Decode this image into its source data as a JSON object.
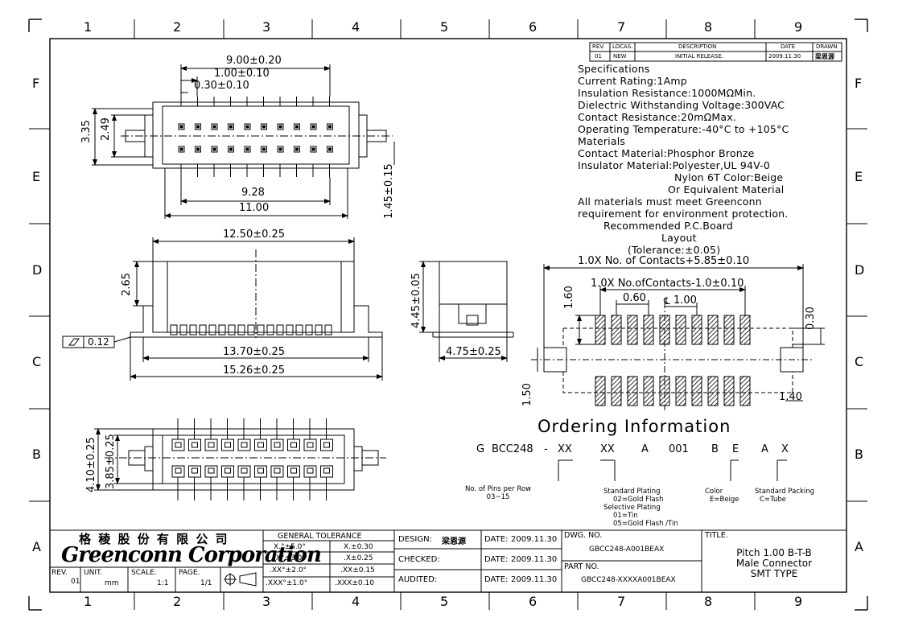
{
  "border": {
    "columns": [
      "1",
      "2",
      "3",
      "4",
      "5",
      "6",
      "7",
      "8",
      "9"
    ],
    "rows": [
      "F",
      "E",
      "D",
      "C",
      "B",
      "A"
    ]
  },
  "revision_table": {
    "headers": [
      "REV.",
      "LOCAS.",
      "DESCRIPTION",
      "DATE",
      "DRAWN"
    ],
    "row": [
      "01",
      "NEW",
      "INITIAL RELEASE.",
      "2009.11.30",
      "梁恩源"
    ]
  },
  "specs": {
    "lines": [
      "Specifications",
      "Current Rating:1Amp",
      "Insulation Resistance:1000MΩMin.",
      "Dielectric Withstanding Voltage:300VAC",
      "Contact Resistance:20mΩMax.",
      "Operating Temperature:-40°C to +105°C",
      "Materials",
      "Contact Material:Phosphor Bronze",
      "Insulator Material:Polyester,UL 94V-0",
      "Nylon 6T Color:Beige",
      "Or Equivalent Material",
      "All materials must meet Greenconn",
      "requirement for environment protection.",
      "Recommended P.C.Board",
      "Layout",
      "(Tolerance:±0.05)"
    ]
  },
  "dims": {
    "top_9": "9.00±0.20",
    "top_1": "1.00±0.10",
    "top_03": "0.30±0.10",
    "top_335": "3.35",
    "top_249": "2.49",
    "top_145": "1.45±0.15",
    "top_928": "9.28",
    "top_11": "11.00",
    "side_1250": "12.50±0.25",
    "side_265": "2.65",
    "side_flat": "0.12",
    "side_1370": "13.70±0.25",
    "side_1526": "15.26±0.25",
    "end_445": "4.45±0.05",
    "end_475": "4.75±0.25",
    "pcb_total": "1.0X No. of Contacts+5.85±0.10",
    "pcb_inner": "1.0X No.ofContacts-1.0±0.10",
    "pcb_160": "1.60",
    "pcb_060": "0.60",
    "pcb_100": "1.00",
    "pcb_030": "0.30",
    "pcb_150": "1.50",
    "pcb_140": "1.40",
    "bot_410": "4.10±0.25",
    "bot_385": "3.85±0.25"
  },
  "ordering": {
    "title": "Ordering Information",
    "code": [
      "G",
      "BCC248",
      "-",
      "XX",
      "XX",
      "A",
      "001",
      "B",
      "E",
      "A",
      "X"
    ],
    "notes": {
      "pins": [
        "No. of Pins per Row",
        "03~15"
      ],
      "plating": [
        "Standard Plating",
        "02=Gold Flash",
        "Selective Plating",
        "01=Tin",
        "05=Gold Flash /Tin"
      ],
      "color": [
        "Color",
        "E=Beige"
      ],
      "packing": [
        "Standard Packing",
        "C=Tube"
      ]
    }
  },
  "title_block": {
    "company_cn": "格 稜 股 份 有 限 公 司",
    "company_en": "Greenconn Corporation",
    "rev_label": "REV.",
    "rev": "01",
    "unit_label": "UNIT.",
    "unit": "mm",
    "scale_label": "SCALE.",
    "scale": "1:1",
    "page_label": "PAGE.",
    "page": "1/1",
    "tolerance": {
      "header": "GENERAL TOLERANCE",
      "rows": [
        [
          "X.°±5.0°",
          "X.±0.30"
        ],
        [
          ".X°±3.0°",
          ".X±0.25"
        ],
        [
          ".XX°±2.0°",
          ".XX±0.15"
        ],
        [
          ".XXX°±1.0°",
          ".XXX±0.10"
        ]
      ]
    },
    "design_label": "DESIGN:",
    "designer": "梁恩源",
    "checked_label": "CHECKED:",
    "audited_label": "AUDITED:",
    "date_label": "DATE:",
    "date1": "2009.11.30",
    "date2": "2009.11.30",
    "date3": "2009.11.30",
    "dwg_label": "DWG. NO.",
    "dwg_no": "GBCC248-A001BEAX",
    "part_label": "PART NO.",
    "part_no": "GBCC248-XXXXA001BEAX",
    "title_label": "TITLE.",
    "title_lines": [
      "Pitch 1.00 B-T-B",
      "Male Connector",
      "SMT TYPE"
    ]
  }
}
